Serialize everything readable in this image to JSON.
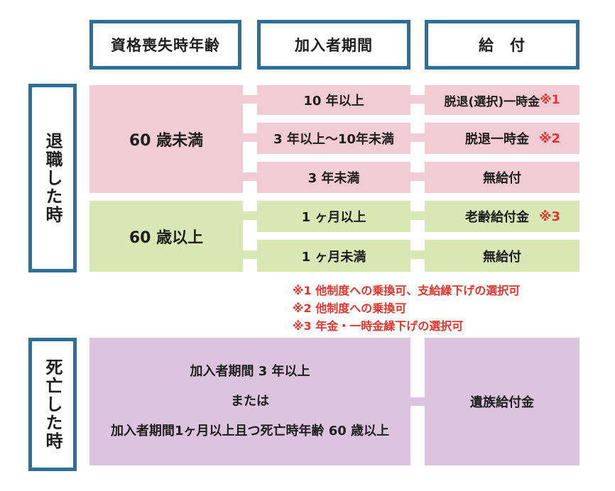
{
  "headers": {
    "col1": "資格喪失時年齢",
    "col2": "加入者期間",
    "col3": "給　付"
  },
  "retirement": {
    "side_label": "退職した時",
    "under60": {
      "age": "60 歳未満",
      "rows": [
        {
          "period": "10 年以上",
          "benefit": "脱退(選択)一時金",
          "mark": "※1"
        },
        {
          "period": "3 年以上～10年未満",
          "benefit": "脱退一時金",
          "mark": "※2"
        },
        {
          "period": "3 年未満",
          "benefit": "無給付",
          "mark": ""
        }
      ]
    },
    "over60": {
      "age": "60 歳以上",
      "rows": [
        {
          "period": "1 ヶ月以上",
          "benefit": "老齢給付金",
          "mark": "※3"
        },
        {
          "period": "1 ヶ月未満",
          "benefit": "無給付",
          "mark": ""
        }
      ]
    }
  },
  "notes": [
    "※1 他制度への乗換可、支給繰下げの選択可",
    "※2 他制度への乗換可",
    "※3 年金・一時金繰下げの選択可"
  ],
  "death": {
    "side_label": "死亡した時",
    "condition_line1": "加入者期間 3 年以上",
    "condition_line2": "または",
    "condition_line3": "加入者期間1ヶ月以上且つ死亡時年齢 60 歳以上",
    "benefit": "遺族給付金"
  },
  "colors": {
    "border": "#2f6f97",
    "pink": "#f2ccd5",
    "green": "#d8e7b3",
    "purple": "#dcc4de",
    "note_red": "#e8322b"
  }
}
